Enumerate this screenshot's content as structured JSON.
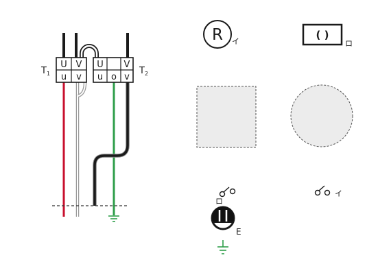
{
  "terminal_t1": {
    "label": "T",
    "subscript": "1",
    "top": [
      "U",
      "V"
    ],
    "bottom": [
      "u",
      "v"
    ]
  },
  "terminal_t2": {
    "label": "T",
    "subscript": "2",
    "top": [
      "U",
      "V"
    ],
    "bottom": [
      "u",
      "o",
      "v"
    ]
  },
  "light_r": {
    "symbol": "R",
    "tag": "イ"
  },
  "fixture_box": {
    "symbol": "( )",
    "tag": "ロ"
  },
  "switch_ro": {
    "tag": "ロ"
  },
  "switch_i": {
    "tag": "イ"
  },
  "outlet": {
    "tag": "E"
  },
  "colors": {
    "wire_black": "#1a1a1a",
    "wire_red": "#c8102e",
    "wire_white": "#ffffff",
    "wire_green": "#2e9e4a",
    "placeholder_fill": "#ececec"
  }
}
